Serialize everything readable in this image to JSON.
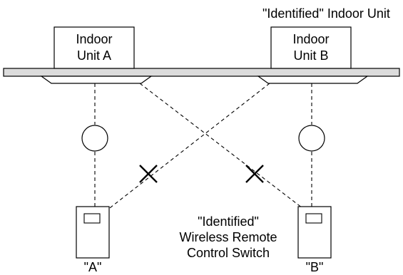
{
  "colors": {
    "line": "#000000",
    "ceiling_fill": "#dcdcdc",
    "background": "#ffffff"
  },
  "indoor_unit_a": {
    "line1": "Indoor",
    "line2": "Unit A"
  },
  "indoor_unit_b": {
    "line1": "Indoor",
    "line2": "Unit B"
  },
  "identified_unit_label": "\"Identified\" Indoor Unit",
  "remote_a_label": "\"A\"",
  "remote_b_label": "\"B\"",
  "identified_remote_label": {
    "line1": "\"Identified\"",
    "line2": "Wireless Remote",
    "line3": "Control Switch"
  },
  "icons": {
    "blocked_signal": "x-mark-icon",
    "receiver": "receiver-circle-icon",
    "remote": "wireless-remote-icon"
  }
}
